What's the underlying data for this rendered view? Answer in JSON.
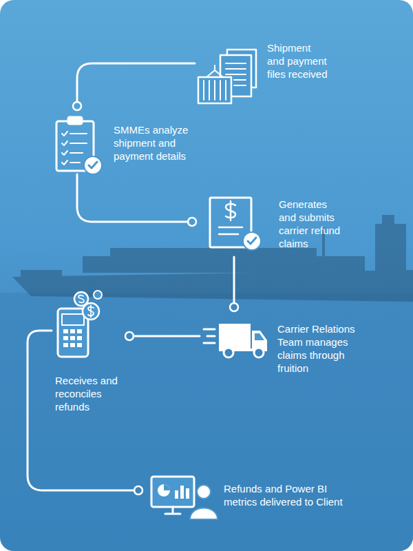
{
  "diagram": {
    "nodes": [
      {
        "text": [
          "Shipment and payment files received"
        ]
      },
      {
        "text": [
          "SMMEs analyze shipment and payment details"
        ]
      },
      {
        "text": [
          "Generates and submits carrier refund claims"
        ]
      },
      {
        "text": [
          "Carrier Relations Team manages claims through fruition"
        ]
      },
      {
        "text": [
          "Receives and reconciles refunds"
        ]
      },
      {
        "text": [
          "Refunds and Power BI metrics delivered to Client"
        ]
      }
    ],
    "edges": [
      {
        "from": 0,
        "to": 1,
        "arrow": "none"
      },
      {
        "from": 1,
        "to": 2,
        "arrow": "none"
      },
      {
        "from": 2,
        "to": 3,
        "arrow": "none"
      },
      {
        "from": 3,
        "to": 4,
        "arrow": "none"
      },
      {
        "from": 4,
        "to": 5,
        "arrow": "none"
      }
    ]
  }
}
